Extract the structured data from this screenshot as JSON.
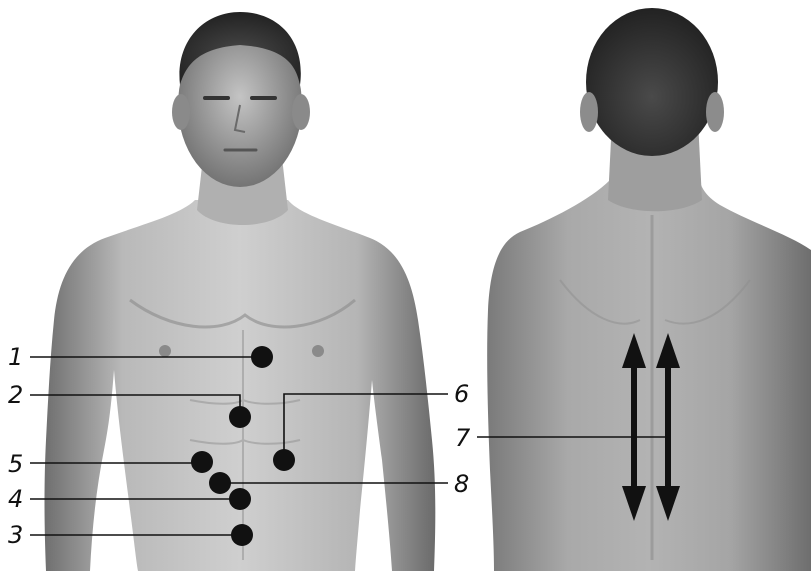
{
  "markers": {
    "m1": "1",
    "m2": "2",
    "m3": "3",
    "m4": "4",
    "m5": "5",
    "m6": "6",
    "m7": "7",
    "m8": "8"
  },
  "colors": {
    "skin_light": "#c9c9c9",
    "skin_mid": "#9a9a9a",
    "skin_dark": "#555555",
    "hair": "#2e2e2e",
    "marker": "#111111",
    "leader_line": "#111111"
  }
}
